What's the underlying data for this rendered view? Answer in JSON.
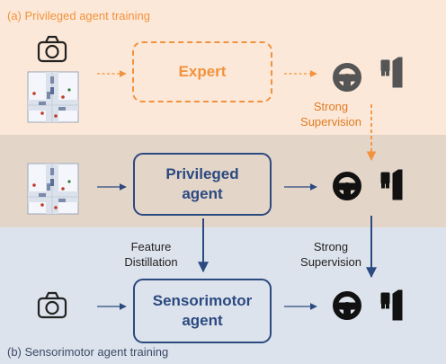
{
  "panels": {
    "top_title": "(a) Privileged agent training",
    "bottom_title": "(b) Sensorimotor agent training"
  },
  "boxes": {
    "expert": "Expert",
    "privileged_line1": "Privileged",
    "privileged_line2": "agent",
    "sensorimotor_line1": "Sensorimotor",
    "sensorimotor_line2": "agent"
  },
  "labels": {
    "strong_top_1": "Strong",
    "strong_top_2": "Supervision",
    "strong_bottom_1": "Strong",
    "strong_bottom_2": "Supervision",
    "feature_1": "Feature",
    "feature_2": "Distillation"
  },
  "colors": {
    "orange": "#f2923d",
    "navy": "#2b4a80",
    "top_bg": "#fce8d8",
    "mid_bg": "#e4d5c9",
    "bottom_bg": "#dde3ec"
  },
  "icons": [
    "camera-icon",
    "map-icon",
    "steering-wheel-icon",
    "pedals-icon"
  ]
}
